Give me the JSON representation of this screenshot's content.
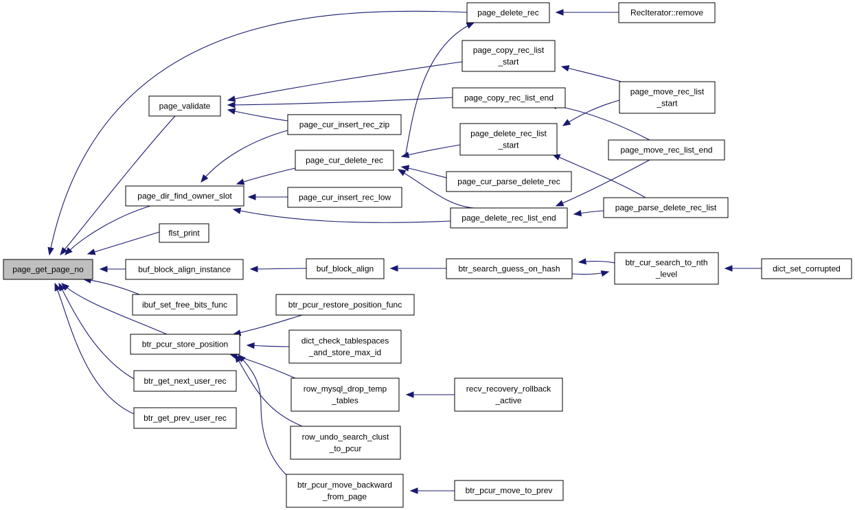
{
  "title": "",
  "colors": {
    "edge": "#191970",
    "node_fill": "#ffffff",
    "root_fill": "#bfbfbf",
    "node_border": "#000000"
  },
  "nodes": [
    {
      "id": "n0",
      "lines": [
        "page_get_page_no"
      ],
      "root": true
    },
    {
      "id": "n1",
      "lines": [
        "page_delete_rec"
      ]
    },
    {
      "id": "n2",
      "lines": [
        "RecIterator::remove"
      ]
    },
    {
      "id": "n3",
      "lines": [
        "page_copy_rec_list",
        "_start"
      ]
    },
    {
      "id": "n4",
      "lines": [
        "page_validate"
      ]
    },
    {
      "id": "n5",
      "lines": [
        "page_copy_rec_list_end"
      ]
    },
    {
      "id": "n6",
      "lines": [
        "page_move_rec_list",
        "_start"
      ]
    },
    {
      "id": "n7",
      "lines": [
        "page_cur_insert_rec_zip"
      ]
    },
    {
      "id": "n8",
      "lines": [
        "page_delete_rec_list",
        "_start"
      ]
    },
    {
      "id": "n9",
      "lines": [
        "page_cur_delete_rec"
      ]
    },
    {
      "id": "n10",
      "lines": [
        "page_move_rec_list_end"
      ]
    },
    {
      "id": "n11",
      "lines": [
        "page_cur_parse_delete_rec"
      ]
    },
    {
      "id": "n12",
      "lines": [
        "page_dir_find_owner_slot"
      ]
    },
    {
      "id": "n13",
      "lines": [
        "page_cur_insert_rec_low"
      ]
    },
    {
      "id": "n14",
      "lines": [
        "page_parse_delete_rec_list"
      ]
    },
    {
      "id": "n15",
      "lines": [
        "page_delete_rec_list_end"
      ]
    },
    {
      "id": "n16",
      "lines": [
        "flst_print"
      ]
    },
    {
      "id": "n17",
      "lines": [
        "buf_block_align_instance"
      ]
    },
    {
      "id": "n18",
      "lines": [
        "buf_block_align"
      ]
    },
    {
      "id": "n19",
      "lines": [
        "btr_search_guess_on_hash"
      ]
    },
    {
      "id": "n20",
      "lines": [
        "btr_cur_search_to_nth",
        "_level"
      ]
    },
    {
      "id": "n21",
      "lines": [
        "dict_set_corrupted"
      ]
    },
    {
      "id": "n22",
      "lines": [
        "ibuf_set_free_bits_func"
      ]
    },
    {
      "id": "n23",
      "lines": [
        "btr_pcur_restore_position_func"
      ]
    },
    {
      "id": "n24",
      "lines": [
        "btr_pcur_store_position"
      ]
    },
    {
      "id": "n25",
      "lines": [
        "dict_check_tablespaces",
        "_and_store_max_id"
      ]
    },
    {
      "id": "n26",
      "lines": [
        "row_mysql_drop_temp",
        "_tables"
      ]
    },
    {
      "id": "n27",
      "lines": [
        "recv_recovery_rollback",
        "_active"
      ]
    },
    {
      "id": "n28",
      "lines": [
        "btr_get_next_user_rec"
      ]
    },
    {
      "id": "n29",
      "lines": [
        "row_undo_search_clust",
        "_to_pcur"
      ]
    },
    {
      "id": "n30",
      "lines": [
        "btr_get_prev_user_rec"
      ]
    },
    {
      "id": "n31",
      "lines": [
        "btr_pcur_move_backward",
        "_from_page"
      ]
    },
    {
      "id": "n32",
      "lines": [
        "btr_pcur_move_to_prev"
      ]
    }
  ],
  "edges": [
    {
      "from": "n1",
      "to": "n0"
    },
    {
      "from": "n2",
      "to": "n1"
    },
    {
      "from": "n4",
      "to": "n0"
    },
    {
      "from": "n3",
      "to": "n4"
    },
    {
      "from": "n5",
      "to": "n4"
    },
    {
      "from": "n7",
      "to": "n4"
    },
    {
      "from": "n6",
      "to": "n3"
    },
    {
      "from": "n6",
      "to": "n8"
    },
    {
      "from": "n10",
      "to": "n5"
    },
    {
      "from": "n10",
      "to": "n15"
    },
    {
      "from": "n12",
      "to": "n0"
    },
    {
      "from": "n7",
      "to": "n12"
    },
    {
      "from": "n9",
      "to": "n12"
    },
    {
      "from": "n13",
      "to": "n12"
    },
    {
      "from": "n15",
      "to": "n12"
    },
    {
      "from": "n9",
      "to": "n1"
    },
    {
      "from": "n8",
      "to": "n9"
    },
    {
      "from": "n11",
      "to": "n9"
    },
    {
      "from": "n15",
      "to": "n9"
    },
    {
      "from": "n14",
      "to": "n8"
    },
    {
      "from": "n14",
      "to": "n15"
    },
    {
      "from": "n16",
      "to": "n0"
    },
    {
      "from": "n17",
      "to": "n0"
    },
    {
      "from": "n18",
      "to": "n17"
    },
    {
      "from": "n19",
      "to": "n18"
    },
    {
      "from": "n20",
      "to": "n19"
    },
    {
      "from": "n19",
      "to": "n20"
    },
    {
      "from": "n21",
      "to": "n20"
    },
    {
      "from": "n22",
      "to": "n0"
    },
    {
      "from": "n24",
      "to": "n0"
    },
    {
      "from": "n23",
      "to": "n24"
    },
    {
      "from": "n25",
      "to": "n24"
    },
    {
      "from": "n26",
      "to": "n24"
    },
    {
      "from": "n29",
      "to": "n24"
    },
    {
      "from": "n31",
      "to": "n24"
    },
    {
      "from": "n27",
      "to": "n26"
    },
    {
      "from": "n32",
      "to": "n31"
    },
    {
      "from": "n28",
      "to": "n0"
    },
    {
      "from": "n30",
      "to": "n0"
    }
  ]
}
